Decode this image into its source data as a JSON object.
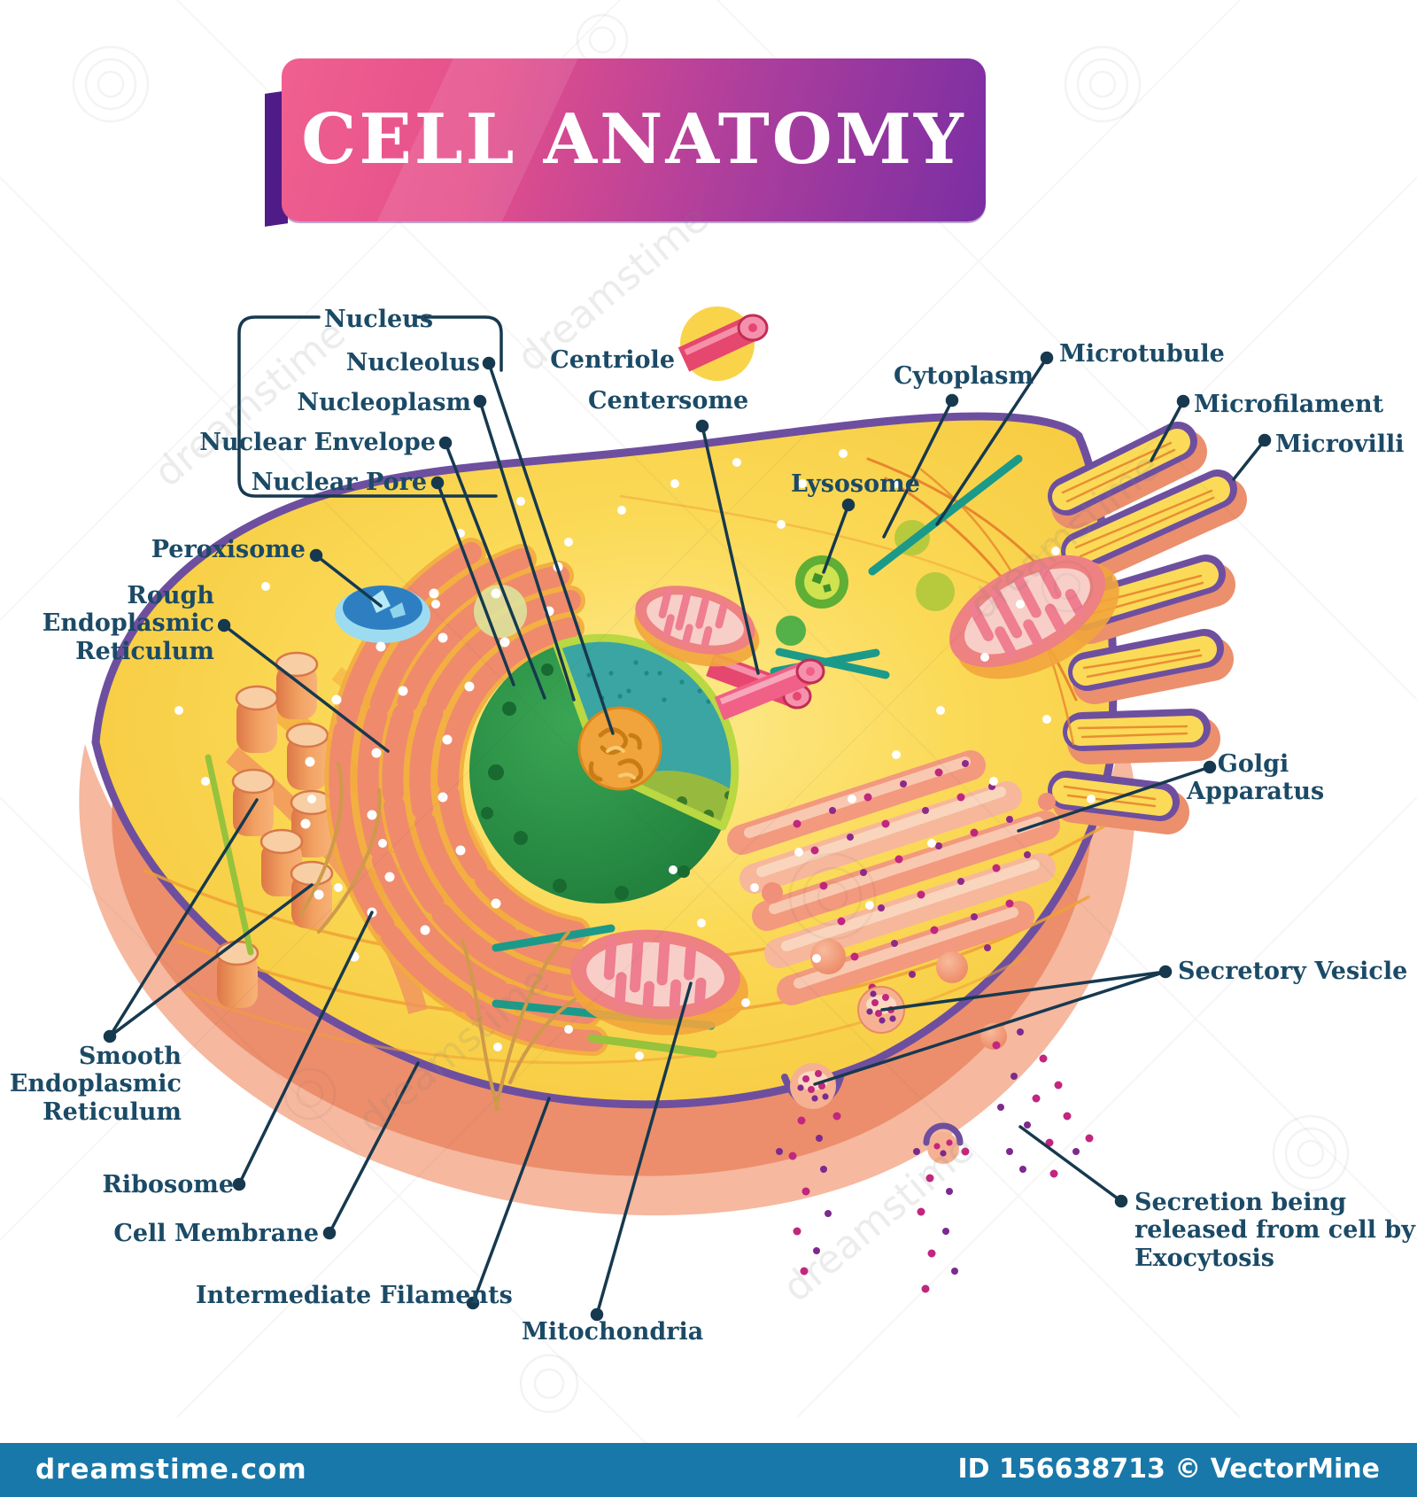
{
  "title": "CELL ANATOMY",
  "banner": {
    "gradient_from": "#f0608f",
    "gradient_to": "#7a2ea3",
    "flap_color": "#4f1b86"
  },
  "labels": {
    "nucleus": "Nucleus",
    "nucleolus": "Nucleolus",
    "nucleoplasm": "Nucleoplasm",
    "nuclear_envelope": "Nuclear Envelope",
    "nuclear_pore": "Nuclear Pore",
    "centriole": "Centriole",
    "centersome": "Centersome",
    "cytoplasm": "Cytoplasm",
    "lysosome": "Lysosome",
    "microtubule": "Microtubule",
    "microfilament": "Microfilament",
    "microvilli": "Microvilli",
    "peroxisome": "Peroxisome",
    "rough_er": "Rough\nEndoplasmic\nReticulum",
    "smooth_er": "Smooth\nEndoplasmic\nReticulum",
    "golgi": "Golgi\nApparatus",
    "secretory_vesicle": "Secretory Vesicle",
    "secretion": "Secretion being\nreleased from cell by\nExocytosis",
    "ribosome": "Ribosome",
    "cell_membrane": "Cell Membrane",
    "intermediate_filaments": "Intermediate Filaments",
    "mitochondria": "Mitochondria"
  },
  "colors": {
    "label_text": "#1b4a66",
    "leader_line": "#16394f",
    "membrane": "#6e4f9f",
    "cytoplasm_fill": "#fad74f",
    "cut_face_light": "#f6b89f",
    "cut_face_dark": "#ec8e6c",
    "nucleus_green": "#2c9147",
    "nucleoplasm_teal": "#3aa5a2",
    "nucleolus_orange": "#f1a33c",
    "er_salmon": "#ef8a6d",
    "golgi_pink": "#f6b79b",
    "vesicle_dot_magenta": "#c2267e",
    "vesicle_dot_purple": "#7c2a8d",
    "microtubule_teal": "#1b9a8a",
    "peroxisome_blue": "#2e7fc2"
  },
  "footer": {
    "site": "dreamstime.com",
    "credit": "ID 156638713 © VectorMine",
    "watermark": "dreamstime",
    "bar_color": "#1878a9"
  }
}
